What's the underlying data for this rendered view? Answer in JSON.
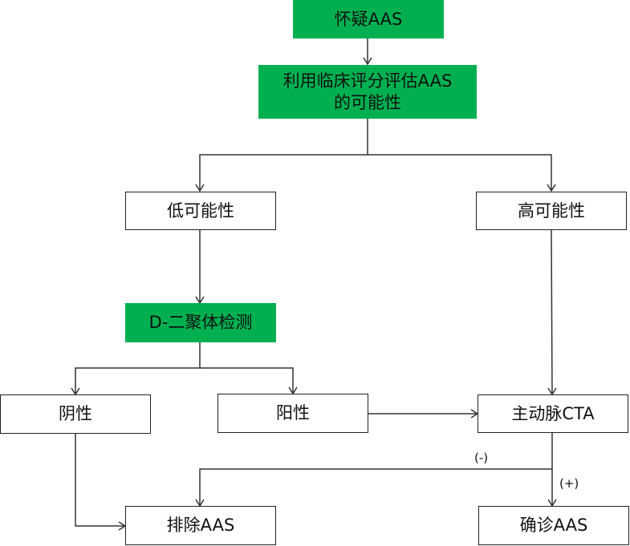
{
  "colors": {
    "green_fill": "#00B050",
    "white_fill": "#FFFFFF",
    "stroke": "#333333"
  },
  "nodes": {
    "suspect": {
      "label": "怀疑AAS",
      "style": "green"
    },
    "assess": {
      "label": "利用临床评分评估AAS\n的可能性",
      "style": "green"
    },
    "low": {
      "label": "低可能性",
      "style": "white"
    },
    "high": {
      "label": "高可能性",
      "style": "white"
    },
    "ddimer": {
      "label": "D-二聚体检测",
      "style": "green"
    },
    "negative": {
      "label": "阴性",
      "style": "white"
    },
    "positive": {
      "label": "阳性",
      "style": "white"
    },
    "cta": {
      "label": "主动脉CTA",
      "style": "white"
    },
    "exclude": {
      "label": "排除AAS",
      "style": "white"
    },
    "confirm": {
      "label": "确诊AAS",
      "style": "white"
    }
  },
  "edges": [
    {
      "from": "suspect",
      "to": "assess",
      "label": ""
    },
    {
      "from": "assess",
      "to": "low",
      "label": ""
    },
    {
      "from": "assess",
      "to": "high",
      "label": ""
    },
    {
      "from": "low",
      "to": "ddimer",
      "label": ""
    },
    {
      "from": "high",
      "to": "cta",
      "label": ""
    },
    {
      "from": "ddimer",
      "to": "negative",
      "label": ""
    },
    {
      "from": "ddimer",
      "to": "positive",
      "label": ""
    },
    {
      "from": "positive",
      "to": "cta",
      "label": ""
    },
    {
      "from": "negative",
      "to": "exclude",
      "label": ""
    },
    {
      "from": "cta",
      "to": "exclude",
      "label": "(-)"
    },
    {
      "from": "cta",
      "to": "confirm",
      "label": "(+)"
    }
  ],
  "edge_labels": {
    "cta_negative": "(-)",
    "cta_positive": "(+)"
  }
}
